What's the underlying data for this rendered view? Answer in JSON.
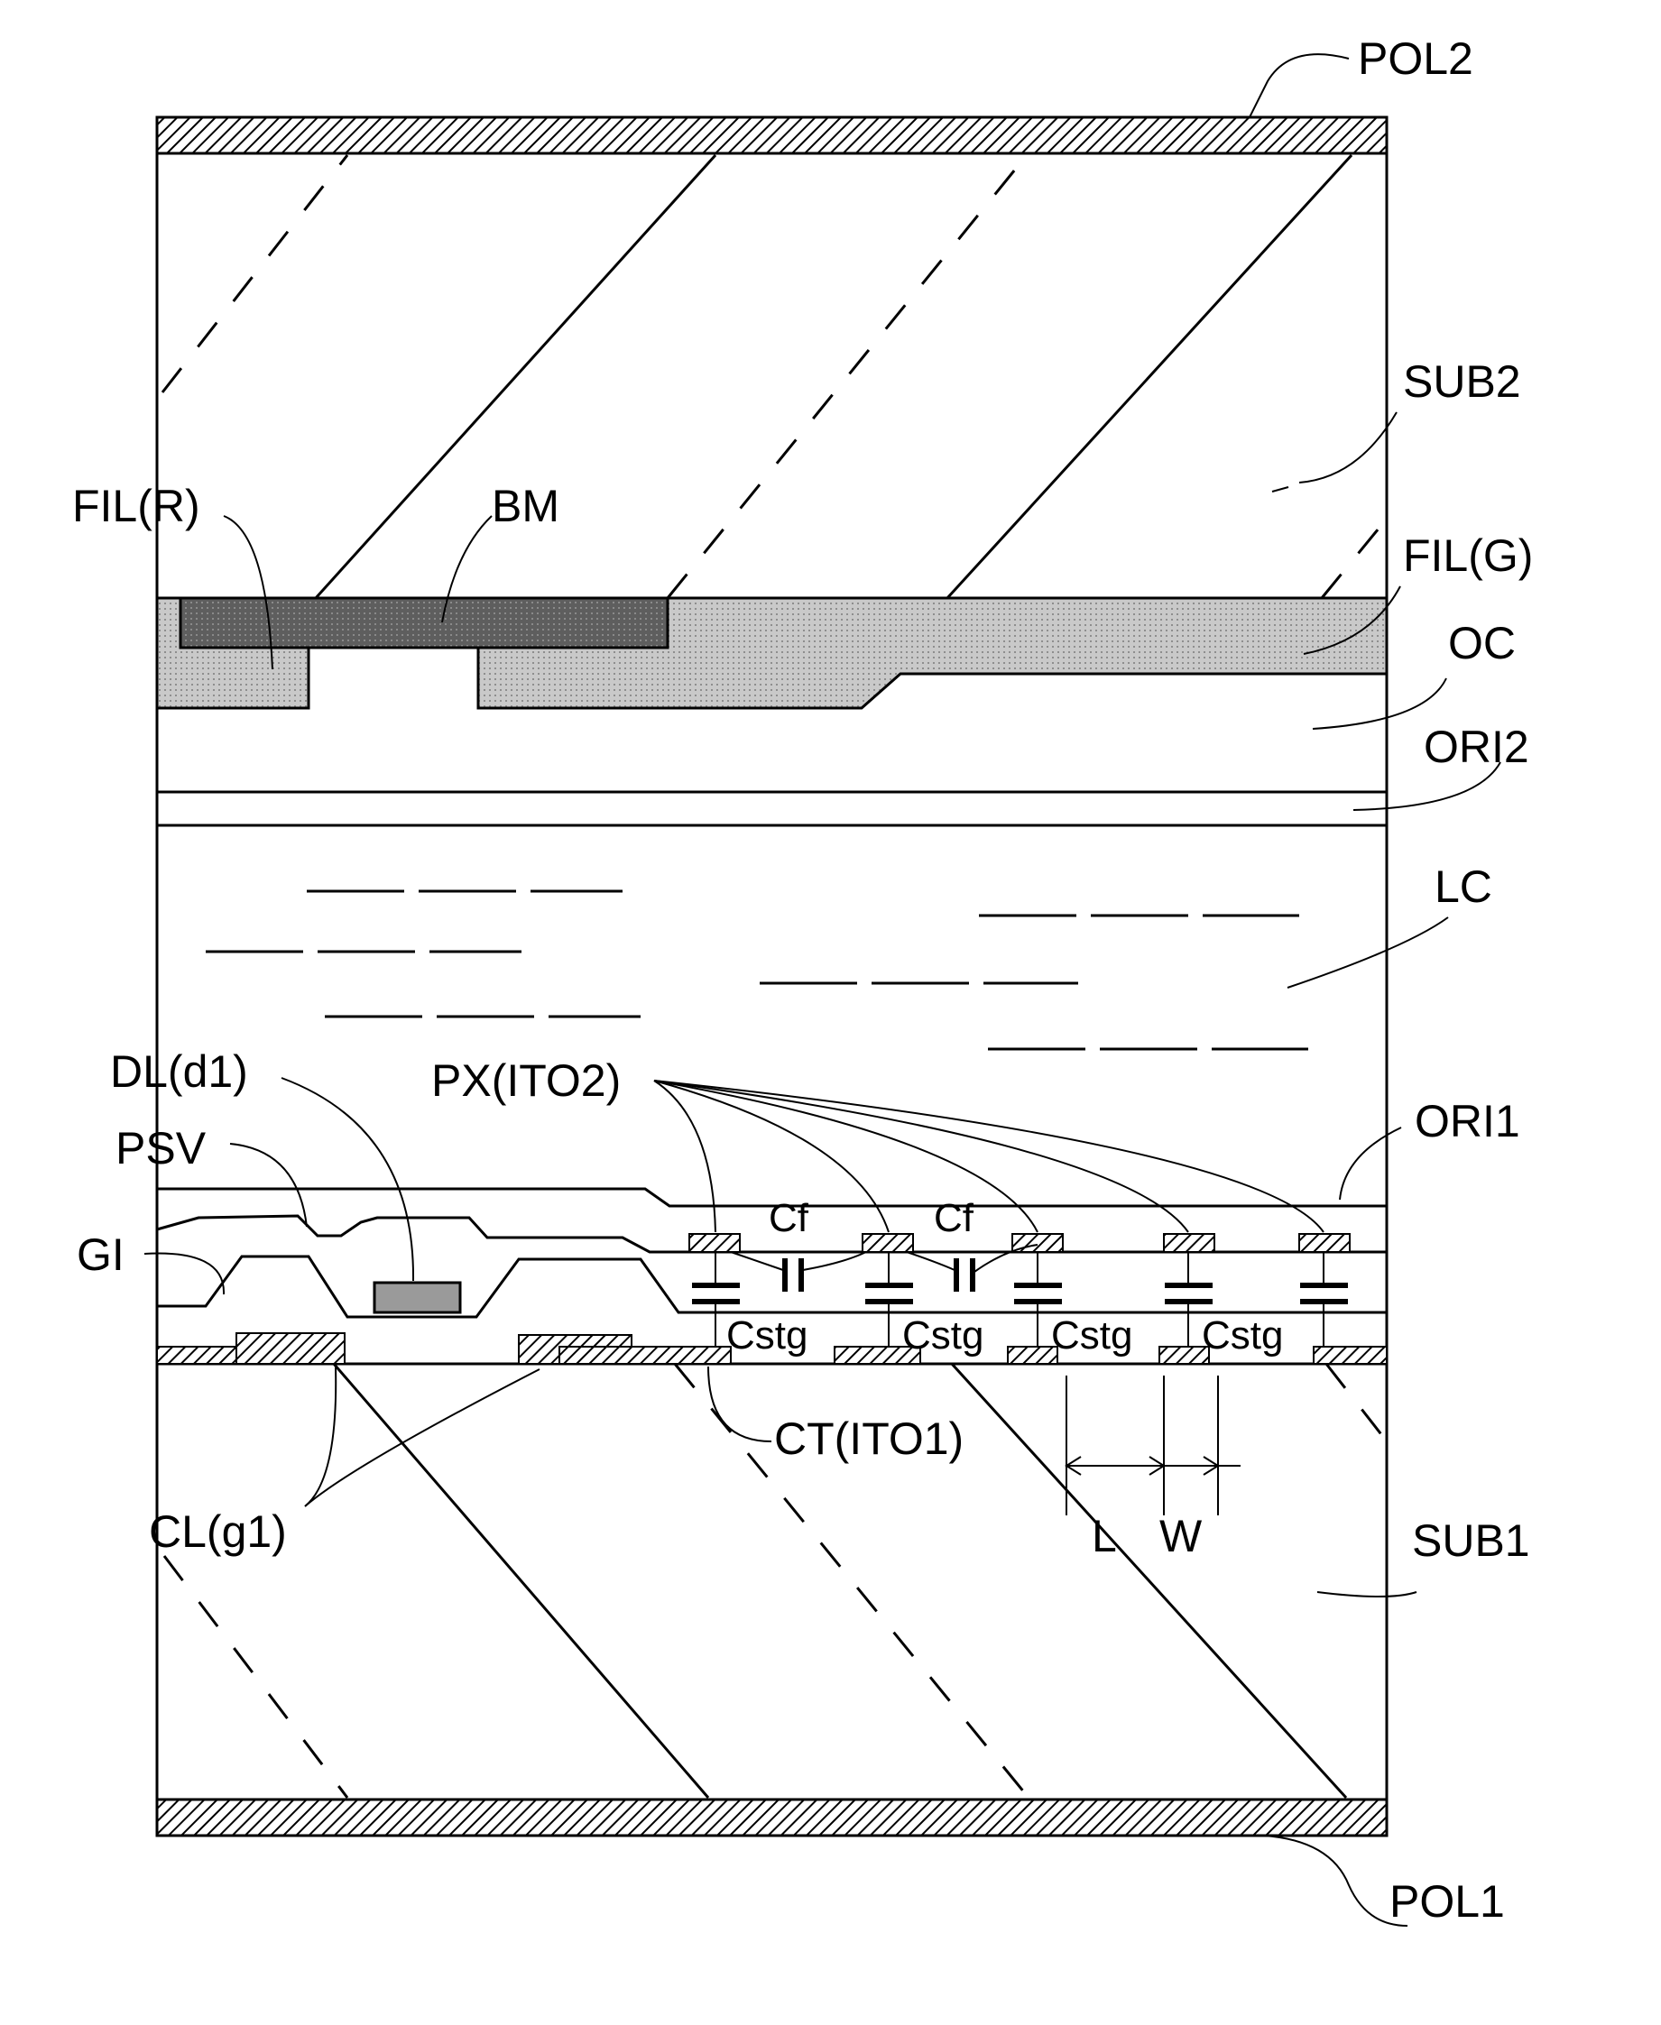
{
  "labels": {
    "pol2": "POL2",
    "sub2": "SUB2",
    "fil_r": "FIL(R)",
    "bm": "BM",
    "fil_g": "FIL(G)",
    "oc": "OC",
    "ori2": "ORI2",
    "lc": "LC",
    "dl": "DL(d1)",
    "px": "PX(ITO2)",
    "ori1": "ORI1",
    "psv": "PSV",
    "gi": "GI",
    "cf": "Cf",
    "cstg": "Cstg",
    "ct": "CT(ITO1)",
    "cl": "CL(g1)",
    "l": "L",
    "w": "W",
    "sub1": "SUB1",
    "pol1": "POL1"
  },
  "colors": {
    "stroke": "#000000",
    "bm_fill": "#5e5e5e",
    "filter_fill": "#c4c4c4",
    "electrode_fill": "#9a9a9a",
    "background": "#ffffff"
  }
}
